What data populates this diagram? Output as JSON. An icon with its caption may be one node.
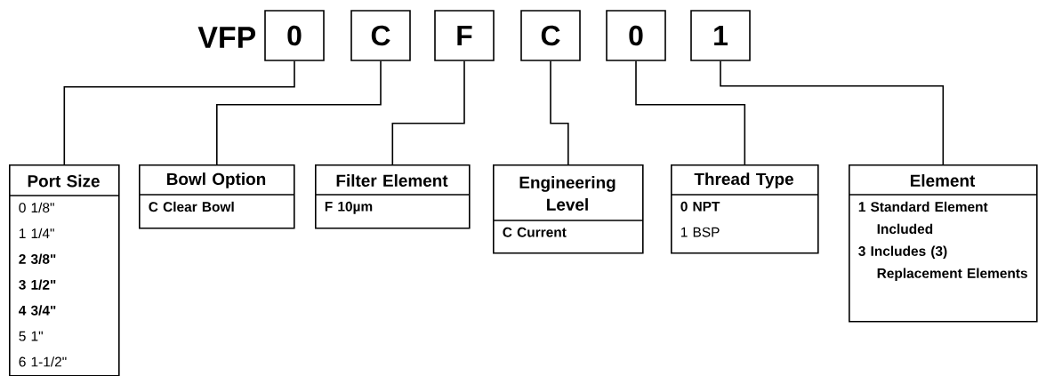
{
  "diagram": {
    "nodes": [
      {
        "text": [
          "0"
        ]
      },
      {
        "text": [
          "C"
        ]
      },
      {
        "text": [
          "F"
        ]
      },
      {
        "text": [
          "C"
        ]
      },
      {
        "text": [
          "0"
        ]
      },
      {
        "text": [
          "1"
        ]
      },
      {
        "text": [
          "Port Size",
          "0 1/8\"",
          "1 1/4\"",
          "2 3/8\"",
          "3 1/2\"",
          "4 3/4\"",
          "5 1\"",
          "6 1-1/2\""
        ]
      },
      {
        "text": [
          "Bowl Option",
          "C Clear Bowl"
        ]
      },
      {
        "text": [
          "Filter Element",
          "F 10µm"
        ]
      },
      {
        "text": [
          "Engineering Level",
          "C Current"
        ]
      },
      {
        "text": [
          "Thread Type",
          "0 NPT",
          "1 BSP"
        ]
      },
      {
        "text": [
          "Element",
          "1 Standard Element Included",
          "3 Includes (3) Replacement Elements"
        ]
      }
    ],
    "edges": [
      {
        "from": 0,
        "to": 6,
        "arrow": "none"
      },
      {
        "from": 1,
        "to": 7,
        "arrow": "none"
      },
      {
        "from": 2,
        "to": 8,
        "arrow": "none"
      },
      {
        "from": 3,
        "to": 9,
        "arrow": "none"
      },
      {
        "from": 4,
        "to": 10,
        "arrow": "none"
      },
      {
        "from": 5,
        "to": 11,
        "arrow": "none"
      }
    ],
    "labels": [
      "VFP"
    ]
  }
}
